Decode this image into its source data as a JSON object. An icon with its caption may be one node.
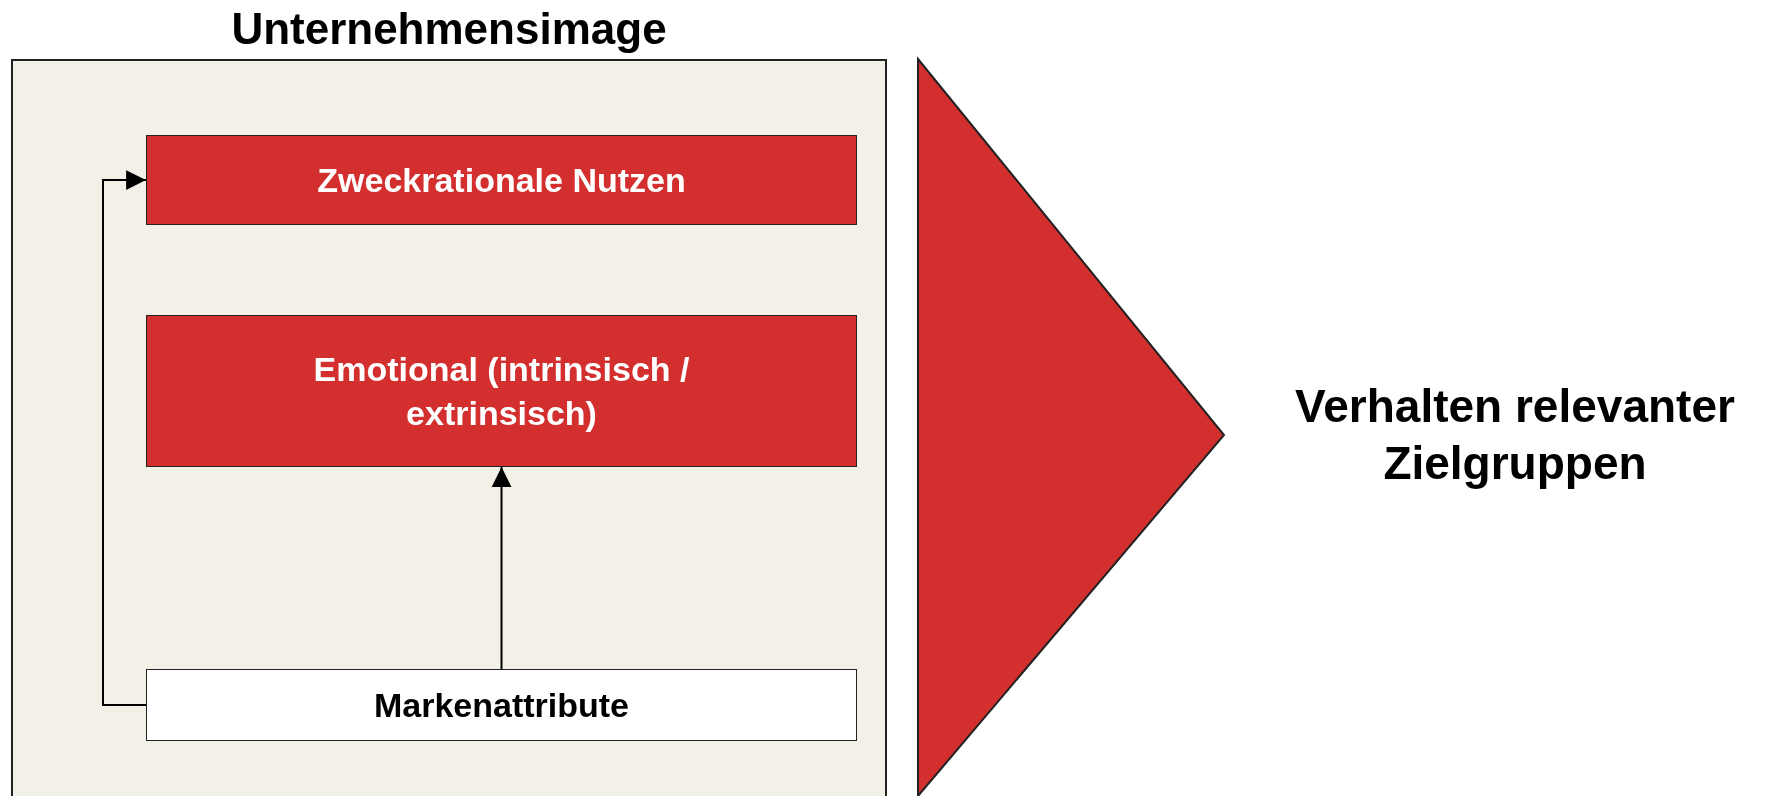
{
  "diagram": {
    "nodes": [
      {
        "text": [
          "Unternehmensimage"
        ]
      },
      {
        "text": [
          "Zweckrationale Nutzen"
        ],
        "in": 0
      },
      {
        "text": [
          "Emotional (intrinsisch / extrinsisch)"
        ],
        "in": 0
      },
      {
        "text": [
          "Markenattribute"
        ],
        "in": 0
      },
      {
        "text": [
          "Verhalten relevanter Zielgruppen"
        ]
      }
    ],
    "edges": [
      {
        "from": 3,
        "to": 1,
        "arrow": "to"
      },
      {
        "from": 3,
        "to": 2,
        "arrow": "to"
      },
      {
        "from": 0,
        "to": 4,
        "arrow": "to",
        "style": "thick",
        "color": "#d32f2f"
      }
    ]
  }
}
